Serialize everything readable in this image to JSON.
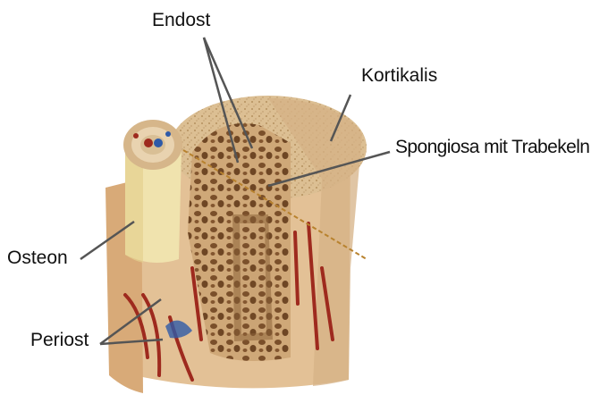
{
  "labels": {
    "endost": "Endost",
    "kortikalis": "Kortikalis",
    "spongiosa": "Spongiosa mit Trabekeln",
    "osteon": "Osteon",
    "periost": "Periost"
  },
  "colors": {
    "bone": "#e8cfa6",
    "bone_dark": "#c9a06e",
    "cortex": "#d9b88c",
    "osteon": "#f2e8b8",
    "vessel": "#9e2a1e",
    "vessel_blue": "#2e5aa8",
    "arrow": "#555555",
    "line": "#b8822e"
  }
}
